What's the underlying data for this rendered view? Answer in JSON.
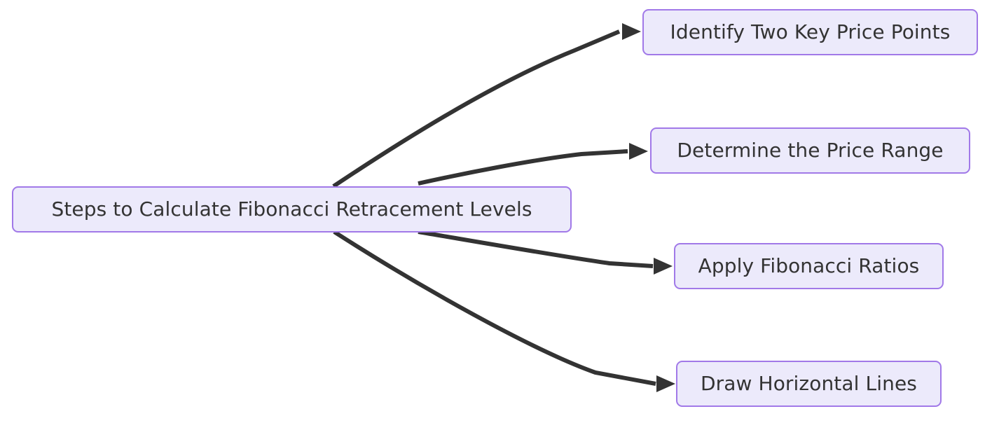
{
  "diagram": {
    "type": "flowchart",
    "direction": "left-to-right",
    "background_color": "#ffffff",
    "node_fill_color": "#ECEAFB",
    "node_border_color": "#A179E8",
    "node_text_color": "#333333",
    "edge_color": "#333333",
    "root": {
      "id": "root",
      "label": "Steps to Calculate Fibonacci Retracement Levels"
    },
    "steps": [
      {
        "id": "step1",
        "label": "Identify Two Key Price Points"
      },
      {
        "id": "step2",
        "label": "Determine the Price Range"
      },
      {
        "id": "step3",
        "label": "Apply Fibonacci Ratios"
      },
      {
        "id": "step4",
        "label": "Draw Horizontal Lines"
      }
    ],
    "edges": [
      {
        "from": "root",
        "to": "step1",
        "arrowhead": "triangle"
      },
      {
        "from": "root",
        "to": "step2",
        "arrowhead": "triangle"
      },
      {
        "from": "root",
        "to": "step3",
        "arrowhead": "triangle"
      },
      {
        "from": "root",
        "to": "step4",
        "arrowhead": "triangle"
      }
    ]
  }
}
